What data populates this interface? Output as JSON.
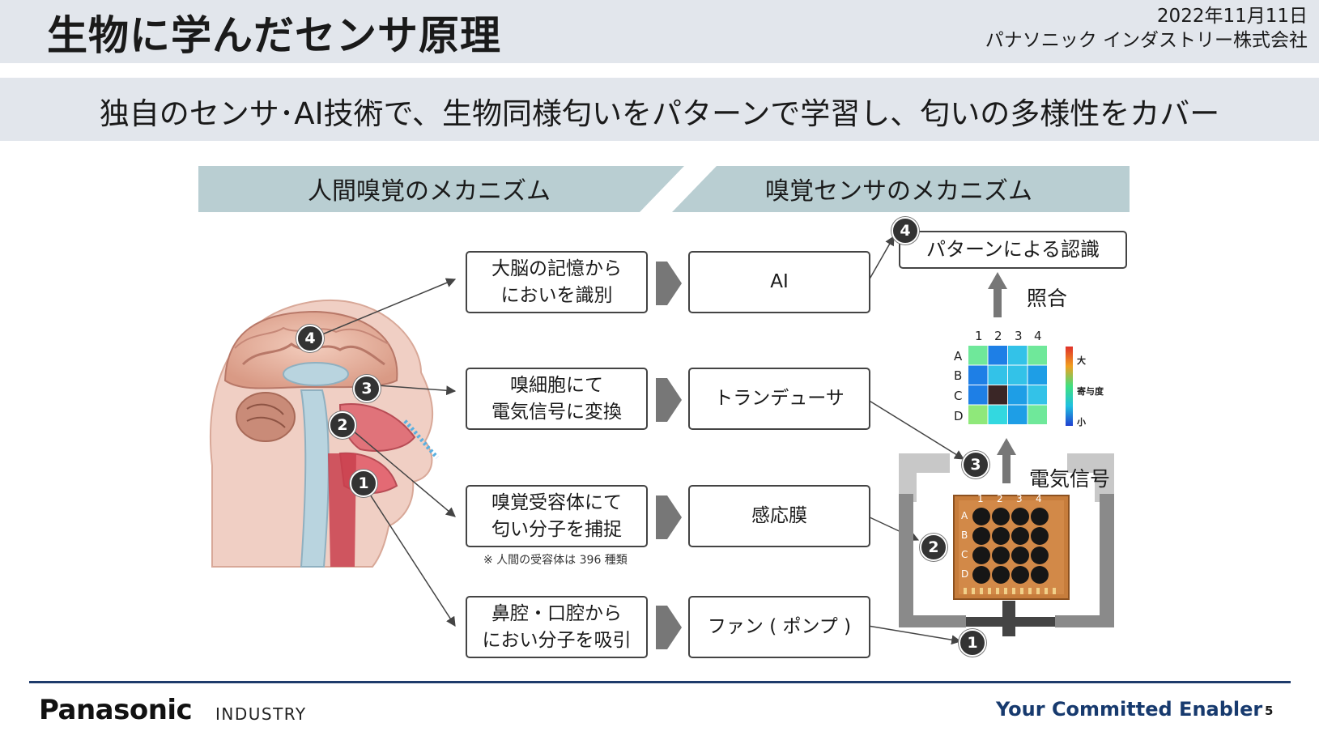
{
  "header": {
    "title": "生物に学んだセンサ原理",
    "date": "2022年11月11日",
    "company": "パナソニック インダストリー株式会社"
  },
  "subtitle": "独自のセンサ･AI技術で、生物同様匂いをパターンで学習し、匂いの多様性をカバー",
  "bands": {
    "left": "人間嗅覚のメカニズム",
    "right": "嗅覚センサのメカニズム"
  },
  "human_boxes": [
    {
      "line1": "大脳の記憶から",
      "line2": "においを識別"
    },
    {
      "line1": "嗅細胞にて",
      "line2": "電気信号に変換"
    },
    {
      "line1": "嗅覚受容体にて",
      "line2": "匂い分子を捕捉"
    },
    {
      "line1": "鼻腔・口腔から",
      "line2": "におい分子を吸引"
    }
  ],
  "human_note": "※ 人間の受容体は 396 種類",
  "sensor_boxes": [
    "AI",
    "トランデューサ",
    "感応膜",
    "ファン ( ポンプ )"
  ],
  "recognition": "パターンによる認識",
  "match_label": "照合",
  "signal_label": "電気信号",
  "badges": [
    "1",
    "2",
    "3",
    "4"
  ],
  "grid": {
    "cols": [
      "1",
      "2",
      "3",
      "4"
    ],
    "rows": [
      "A",
      "B",
      "C",
      "D"
    ],
    "colors": [
      [
        "#6fe89a",
        "#1e7fe6",
        "#33c2e8",
        "#6fe89a"
      ],
      [
        "#1e7fe6",
        "#33c2e8",
        "#33c2e8",
        "#1e9ee6"
      ],
      [
        "#1e7fe6",
        "#3a2626",
        "#1e9ee6",
        "#33c2e8"
      ],
      [
        "#8fe87a",
        "#33d8e0",
        "#1e9ee6",
        "#6fe89a"
      ]
    ]
  },
  "colorbar": {
    "high": "大",
    "label": "寄与度",
    "low": "小"
  },
  "footer": {
    "brand": "Panasonic",
    "brand_sub": "INDUSTRY",
    "tagline": "Your Committed Enabler",
    "page": "5"
  },
  "colors": {
    "header_bg": "#e2e6ec",
    "band_bg": "#b9ced2",
    "footer_line": "#1e3b6b",
    "tagline": "#173a6e"
  }
}
